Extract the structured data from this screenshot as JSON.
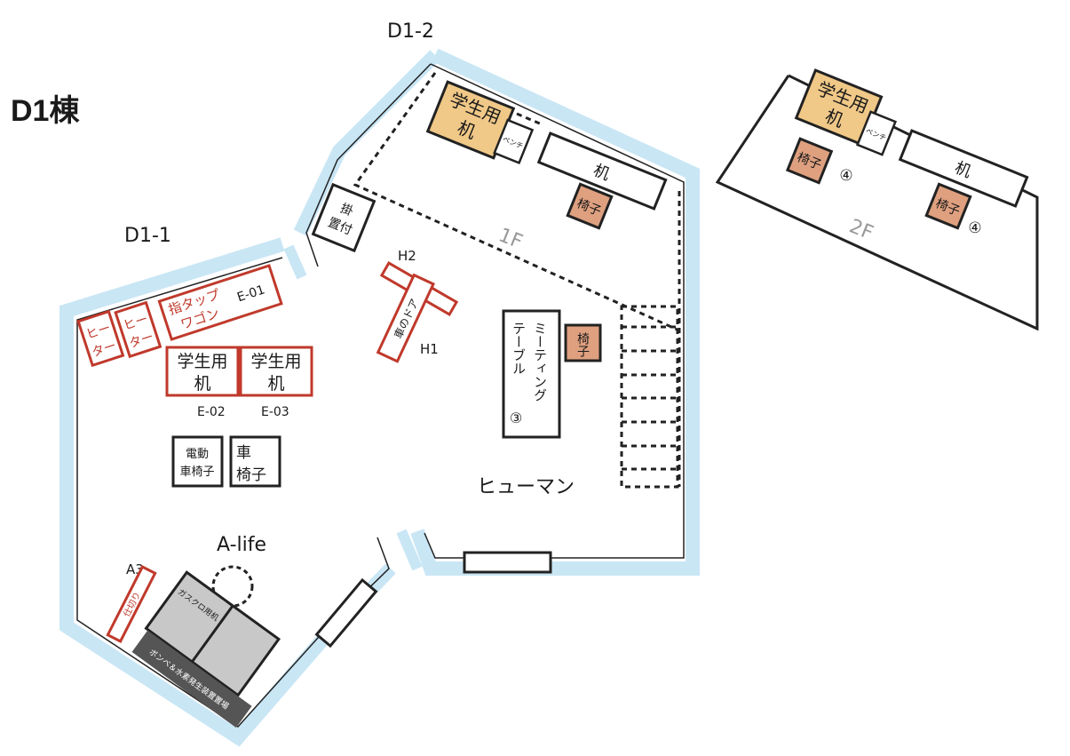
{
  "building_title": "D1棟",
  "wings": {
    "d1_1": "D1-1",
    "d1_2": "D1-2"
  },
  "floors": {
    "first": "1F",
    "second": "2F"
  },
  "areas": {
    "a_life": "A-life",
    "human": "ヒューマン"
  },
  "doors": {
    "h1": "H1",
    "h2": "H2",
    "a3": "A3"
  },
  "equipment_codes": {
    "e01": "E-01",
    "e02": "E-02",
    "e03": "E-03"
  },
  "furniture": {
    "student_desk": [
      "学生用",
      "机"
    ],
    "desk": "机",
    "chair": "椅子",
    "chair_count_circle": "④",
    "bench": "ベンチ",
    "hanging_rack": [
      "掛",
      "置付"
    ],
    "heater": [
      "ヒー",
      "ター"
    ],
    "finger_tap_wagon": [
      "指タップ",
      "ワゴン"
    ],
    "electric_wheelchair": [
      "電動",
      "車椅子"
    ],
    "wheelchair": [
      "車",
      "椅子"
    ],
    "car_door": "車のドア",
    "meeting_table": [
      "ミーティング",
      "テーブル"
    ],
    "meeting_table_count": "③",
    "partition": "仕切り",
    "gas_chromatograph_desk": "ガスクロ用机",
    "cylinder_storage": "ボンベ＆水素発生装置置場"
  },
  "colors": {
    "wall": "#c9e6f5",
    "student_desk": "#f0c887",
    "chair": "#dfa07f",
    "equipment_red": "#c0392b",
    "gas_desk": "#c8c8c8",
    "cylinder_area": "#555555"
  }
}
